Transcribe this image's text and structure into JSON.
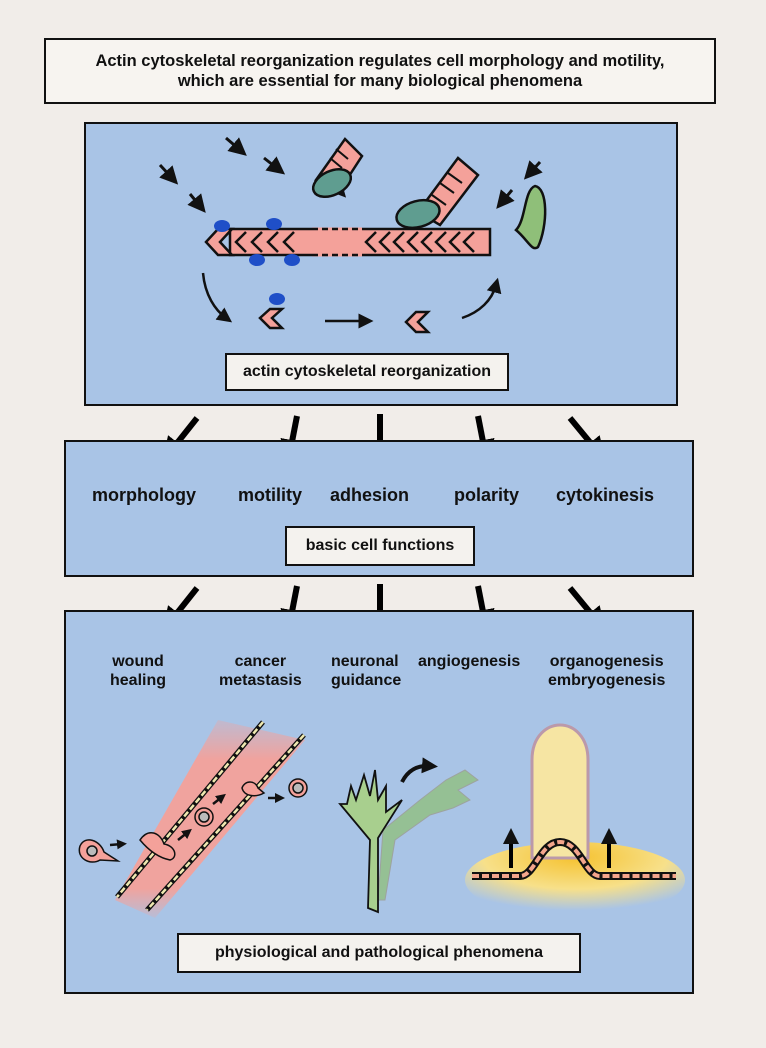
{
  "header": {
    "line1": "Actin cytoskeletal reorganization regulates cell morphology and motility,",
    "line2": "which are essential for many biological phenomena"
  },
  "panel1": {
    "label": "actin cytoskeletal reorganization",
    "elements": [
      "actin-filament",
      "g-actin-monomer",
      "binding-protein-blue",
      "arp-complex-teal",
      "capping-protein-green"
    ]
  },
  "panel2": {
    "label": "basic cell functions",
    "functions": [
      "morphology",
      "motility",
      "adhesion",
      "polarity",
      "cytokinesis"
    ]
  },
  "panel3": {
    "label": "physiological and pathological phenomena",
    "phenomena": [
      {
        "line1": "wound",
        "line2": "healing"
      },
      {
        "line1": "cancer",
        "line2": "metastasis"
      },
      {
        "line1": "neuronal",
        "line2": "guidance"
      },
      {
        "line1": "angiogenesis",
        "line2": ""
      },
      {
        "line1": "organogenesis",
        "line2": "embryogenesis"
      }
    ]
  },
  "colors": {
    "background": "#f1ede9",
    "panel": "#a9c4e6",
    "actin": "#f4a19a",
    "teal": "#5f9d90",
    "green": "#8fbf79",
    "blue_dot": "#1f4fc8",
    "yellow": "#f6d25a"
  }
}
